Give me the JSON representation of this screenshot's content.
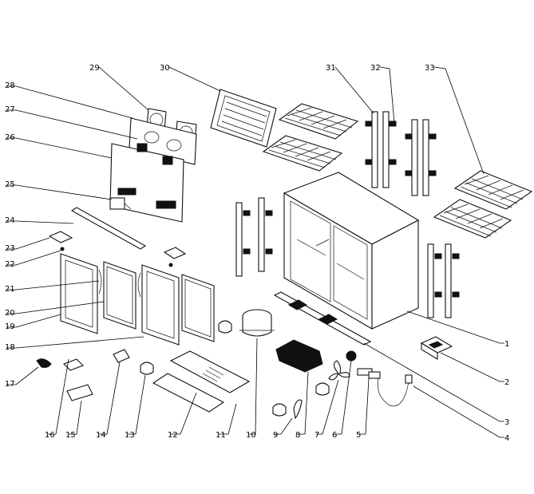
{
  "diagram": {
    "callouts": [
      {
        "id": "1",
        "label": "1"
      },
      {
        "id": "2",
        "label": "2"
      },
      {
        "id": "3",
        "label": "3"
      },
      {
        "id": "4",
        "label": "4"
      },
      {
        "id": "5",
        "label": "5"
      },
      {
        "id": "6",
        "label": "6"
      },
      {
        "id": "7",
        "label": "7"
      },
      {
        "id": "8",
        "label": "8"
      },
      {
        "id": "9",
        "label": "9"
      },
      {
        "id": "10",
        "label": "10"
      },
      {
        "id": "11",
        "label": "11"
      },
      {
        "id": "12",
        "label": "12"
      },
      {
        "id": "13",
        "label": "13"
      },
      {
        "id": "14",
        "label": "14"
      },
      {
        "id": "15",
        "label": "15"
      },
      {
        "id": "16",
        "label": "16"
      },
      {
        "id": "17",
        "label": "17"
      },
      {
        "id": "18",
        "label": "18"
      },
      {
        "id": "19",
        "label": "19"
      },
      {
        "id": "20",
        "label": "20"
      },
      {
        "id": "21",
        "label": "21"
      },
      {
        "id": "22",
        "label": "22"
      },
      {
        "id": "23",
        "label": "23"
      },
      {
        "id": "24",
        "label": "24"
      },
      {
        "id": "25",
        "label": "25"
      },
      {
        "id": "26",
        "label": "26"
      },
      {
        "id": "27",
        "label": "27"
      },
      {
        "id": "28",
        "label": "28"
      },
      {
        "id": "29",
        "label": "29"
      },
      {
        "id": "30",
        "label": "30"
      },
      {
        "id": "31",
        "label": "31"
      },
      {
        "id": "32",
        "label": "32"
      },
      {
        "id": "33",
        "label": "33"
      }
    ]
  }
}
